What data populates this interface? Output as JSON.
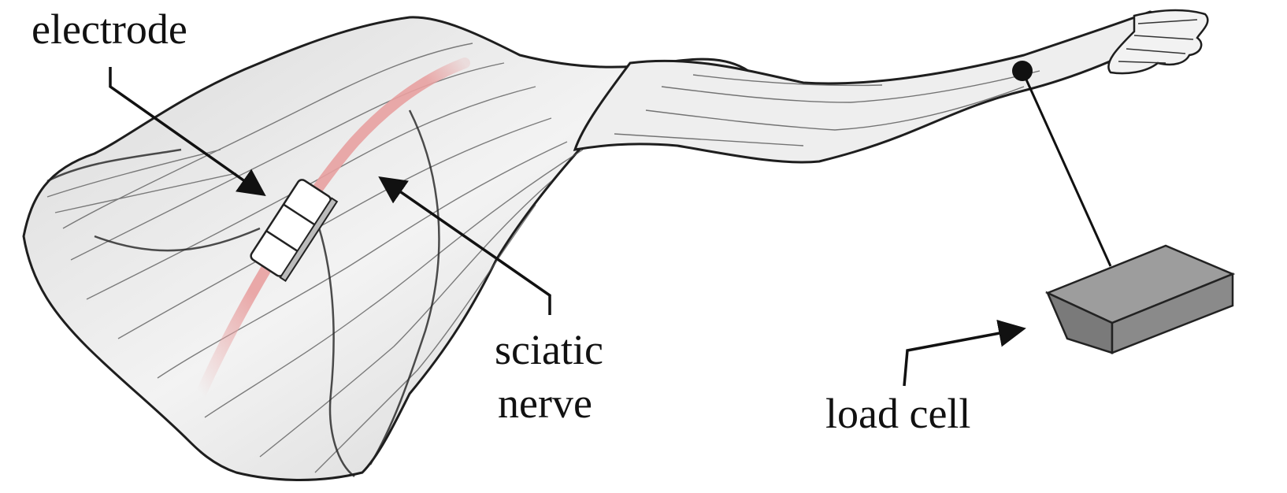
{
  "labels": {
    "electrode": "electrode",
    "sciatic_line1": "sciatic",
    "sciatic_line2": "nerve",
    "load_cell": "load cell"
  },
  "colors": {
    "background": "#ffffff",
    "muscle_fill": "#ececec",
    "muscle_stroke": "#1e1e1e",
    "nerve": "#e8a0a0",
    "load_cell_front": "#8a8a8a",
    "load_cell_top": "#9d9d9d",
    "load_cell_side": "#7a7a7a",
    "electrode_fill": "#ffffff",
    "arrow": "#111111"
  }
}
